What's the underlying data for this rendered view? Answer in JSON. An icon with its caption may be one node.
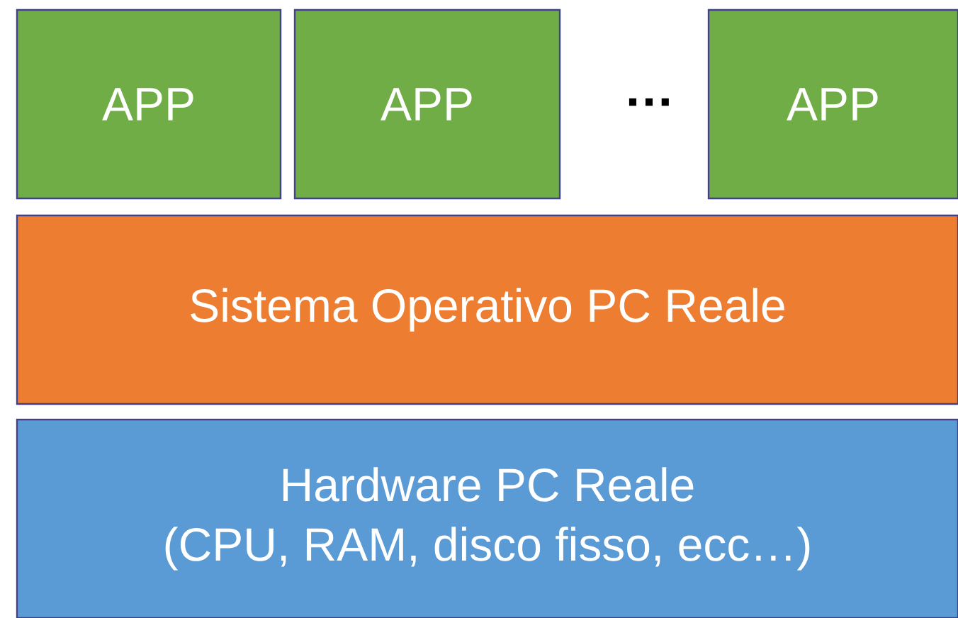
{
  "diagram": {
    "nodes": [
      {
        "text": [
          "APP"
        ]
      },
      {
        "text": [
          "APP"
        ]
      },
      {
        "text": [
          "APP"
        ]
      },
      {
        "text": [
          "Sistema Operativo PC Reale"
        ]
      },
      {
        "text": [
          "Hardware PC Reale",
          "(CPU, RAM, disco fisso, ecc…)"
        ]
      }
    ],
    "labels": [
      "…"
    ]
  }
}
